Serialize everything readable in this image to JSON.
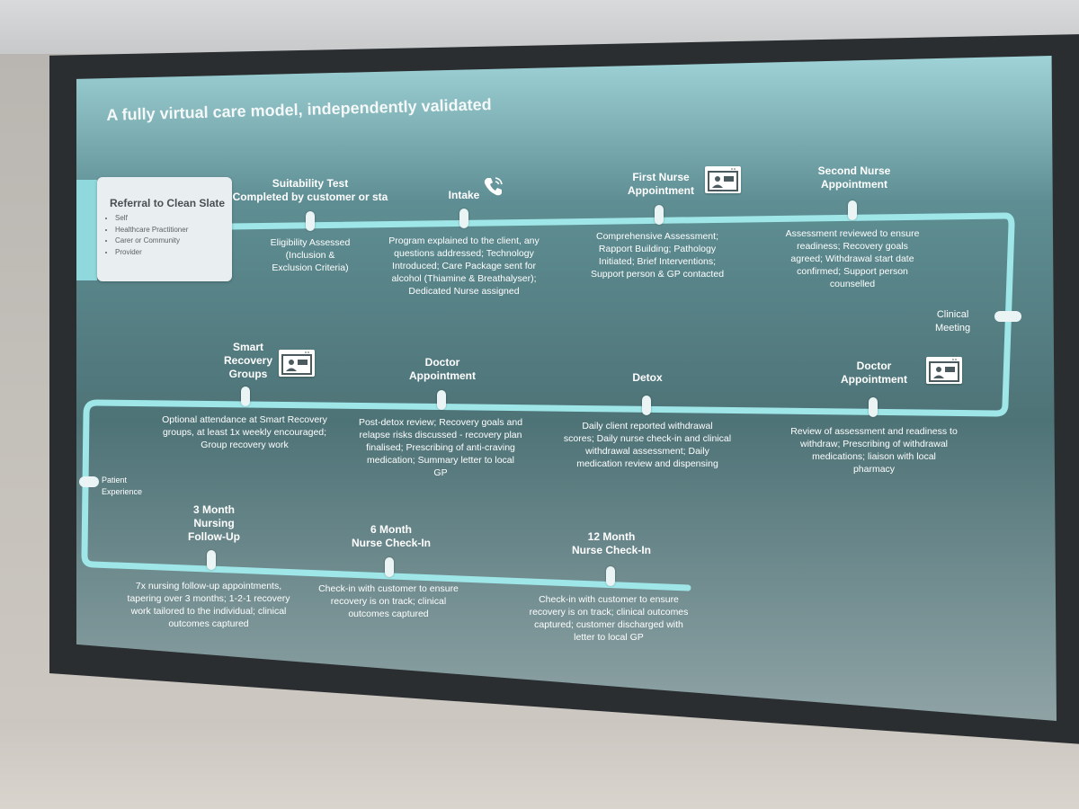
{
  "title": "A fully virtual care model, independently validated",
  "referral": {
    "title": "Referral to Clean Slate",
    "items": [
      "Self",
      "Healthcare Practitioner",
      "Carer or Community",
      "Provider"
    ]
  },
  "stages": {
    "suitability": {
      "title_l1": "Suitability Test",
      "title_l2": "Completed by customer or sta",
      "desc": [
        "Eligibility Assessed",
        "(Inclusion &",
        "Exclusion Criteria)"
      ]
    },
    "intake": {
      "title": "Intake",
      "icon": "phone-icon",
      "desc": [
        "Program explained to the client, any",
        "questions addressed; Technology",
        "Introduced; Care Package sent for",
        "alcohol (Thiamine & Breathalyser);",
        "Dedicated Nurse assigned"
      ]
    },
    "first_nurse": {
      "title_l1": "First Nurse",
      "title_l2": "Appointment",
      "icon": "video-call-icon",
      "desc": [
        "Comprehensive Assessment;",
        "Rapport Building; Pathology",
        "Initiated; Brief Interventions;",
        "Support person & GP contacted"
      ]
    },
    "second_nurse": {
      "title_l1": "Second Nurse",
      "title_l2": "Appointment",
      "desc": [
        "Assessment reviewed to ensure",
        "readiness; Recovery goals",
        "agreed; Withdrawal start date",
        "confirmed; Support person",
        "counselled"
      ]
    },
    "clinical_meeting": {
      "label_l1": "Clinical",
      "label_l2": "Meeting"
    },
    "doctor_right": {
      "title_l1": "Doctor",
      "title_l2": "Appointment",
      "icon": "video-call-icon",
      "desc": [
        "Review of assessment and readiness to",
        "withdraw; Prescribing of withdrawal",
        "medications; liaison with local",
        "pharmacy"
      ]
    },
    "detox": {
      "title": "Detox",
      "desc": [
        "Daily client reported withdrawal",
        "scores; Daily nurse check-in and clinical",
        "withdrawal assessment; Daily",
        "medication review and dispensing"
      ]
    },
    "doctor_mid": {
      "title_l1": "Doctor",
      "title_l2": "Appointment",
      "desc": [
        "Post-detox review; Recovery goals and",
        "relapse risks discussed - recovery plan",
        "finalised; Prescribing of anti-craving",
        "medication; Summary letter to local",
        "GP"
      ]
    },
    "smart_recovery": {
      "title_l1": "Smart",
      "title_l2": "Recovery",
      "title_l3": "Groups",
      "icon": "video-call-icon",
      "desc": [
        "Optional attendance at Smart Recovery",
        "groups, at least 1x weekly encouraged;",
        "Group recovery work"
      ]
    },
    "patient_experience": {
      "label_l1": "Patient",
      "label_l2": "Experience"
    },
    "three_month": {
      "title_l1": "3 Month",
      "title_l2": "Nursing",
      "title_l3": "Follow-Up",
      "desc": [
        "7x nursing follow-up appointments,",
        "tapering over 3 months; 1-2-1 recovery",
        "work tailored to the individual; clinical",
        "outcomes captured"
      ]
    },
    "six_month": {
      "title_l1": "6 Month",
      "title_l2": "Nurse Check-In",
      "desc": [
        "Check-in with customer to ensure",
        "recovery is on track; clinical",
        "outcomes captured"
      ]
    },
    "twelve_month": {
      "title_l1": "12 Month",
      "title_l2": "Nurse Check-In",
      "desc": [
        "Check-in with customer to ensure",
        "recovery is on track; clinical outcomes",
        "captured; customer discharged with",
        "letter to local GP"
      ]
    }
  },
  "colors": {
    "path": "#9ee6e8",
    "tick": "#eaf4f4",
    "text": "#ffffff"
  }
}
